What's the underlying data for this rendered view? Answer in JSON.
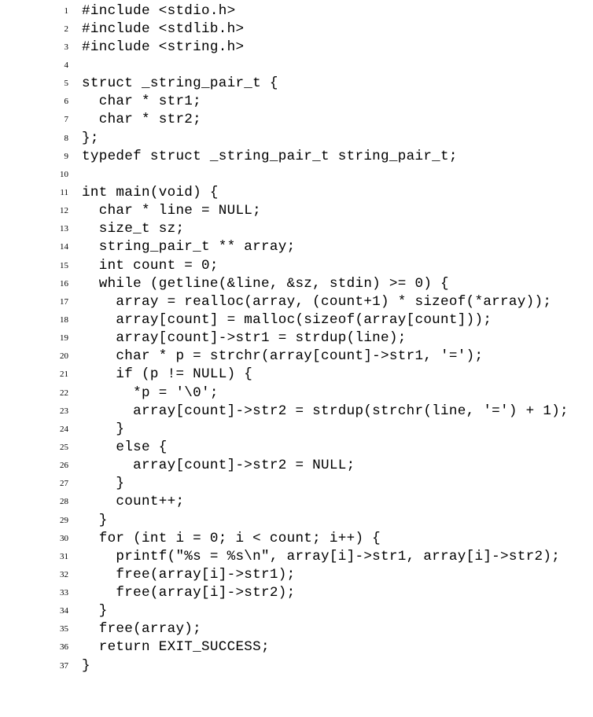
{
  "document": {
    "lines": [
      {
        "n": "1",
        "text": "#include <stdio.h>"
      },
      {
        "n": "2",
        "text": "#include <stdlib.h>"
      },
      {
        "n": "3",
        "text": "#include <string.h>"
      },
      {
        "n": "4",
        "text": ""
      },
      {
        "n": "5",
        "text": "struct _string_pair_t {"
      },
      {
        "n": "6",
        "text": "  char * str1;"
      },
      {
        "n": "7",
        "text": "  char * str2;"
      },
      {
        "n": "8",
        "text": "};"
      },
      {
        "n": "9",
        "text": "typedef struct _string_pair_t string_pair_t;"
      },
      {
        "n": "10",
        "text": ""
      },
      {
        "n": "11",
        "text": "int main(void) {"
      },
      {
        "n": "12",
        "text": "  char * line = NULL;"
      },
      {
        "n": "13",
        "text": "  size_t sz;"
      },
      {
        "n": "14",
        "text": "  string_pair_t ** array;"
      },
      {
        "n": "15",
        "text": "  int count = 0;"
      },
      {
        "n": "16",
        "text": "  while (getline(&line, &sz, stdin) >= 0) {"
      },
      {
        "n": "17",
        "text": "    array = realloc(array, (count+1) * sizeof(*array));"
      },
      {
        "n": "18",
        "text": "    array[count] = malloc(sizeof(array[count]));"
      },
      {
        "n": "19",
        "text": "    array[count]->str1 = strdup(line);"
      },
      {
        "n": "20",
        "text": "    char * p = strchr(array[count]->str1, '=');"
      },
      {
        "n": "21",
        "text": "    if (p != NULL) {"
      },
      {
        "n": "22",
        "text": "      *p = '\\0';"
      },
      {
        "n": "23",
        "text": "      array[count]->str2 = strdup(strchr(line, '=') + 1);"
      },
      {
        "n": "24",
        "text": "    }"
      },
      {
        "n": "25",
        "text": "    else {"
      },
      {
        "n": "26",
        "text": "      array[count]->str2 = NULL;"
      },
      {
        "n": "27",
        "text": "    }"
      },
      {
        "n": "28",
        "text": "    count++;"
      },
      {
        "n": "29",
        "text": "  }"
      },
      {
        "n": "30",
        "text": "  for (int i = 0; i < count; i++) {"
      },
      {
        "n": "31",
        "text": "    printf(\"%s = %s\\n\", array[i]->str1, array[i]->str2);"
      },
      {
        "n": "32",
        "text": "    free(array[i]->str1);"
      },
      {
        "n": "33",
        "text": "    free(array[i]->str2);"
      },
      {
        "n": "34",
        "text": "  }"
      },
      {
        "n": "35",
        "text": "  free(array);"
      },
      {
        "n": "36",
        "text": "  return EXIT_SUCCESS;"
      },
      {
        "n": "37",
        "text": "}"
      }
    ]
  }
}
